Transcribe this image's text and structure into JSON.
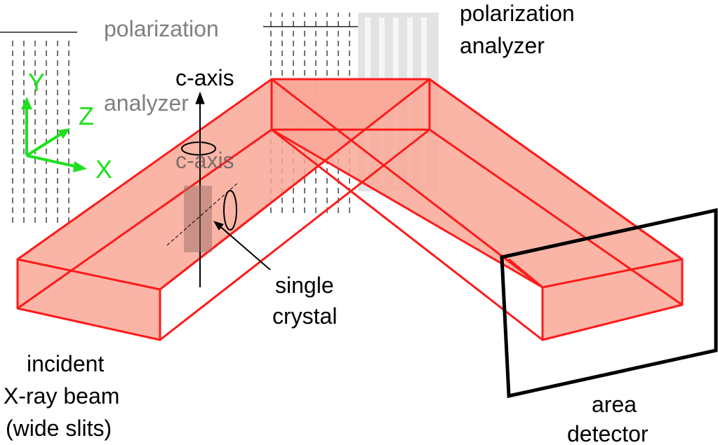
{
  "labels": {
    "polarization_analyzer_1": "polarization",
    "polarization_analyzer_2": "analyzer",
    "ghost_polarization": "polarization",
    "ghost_analyzer": "analyzer",
    "c_axis": "c-axis",
    "c_axis_ghost": "c-axis",
    "single_crystal_1": "single",
    "single_crystal_2": "crystal",
    "incident_1": "incident",
    "incident_2": "X-ray beam",
    "incident_3": "(wide slits)",
    "detector_1": "area",
    "detector_2": "detector"
  },
  "axes": {
    "x": "X",
    "y": "Y",
    "z": "Z"
  },
  "colors": {
    "beam_fill": "#f9a898",
    "beam_edge": "#ff1a1a",
    "axes": "#1ee01e"
  }
}
